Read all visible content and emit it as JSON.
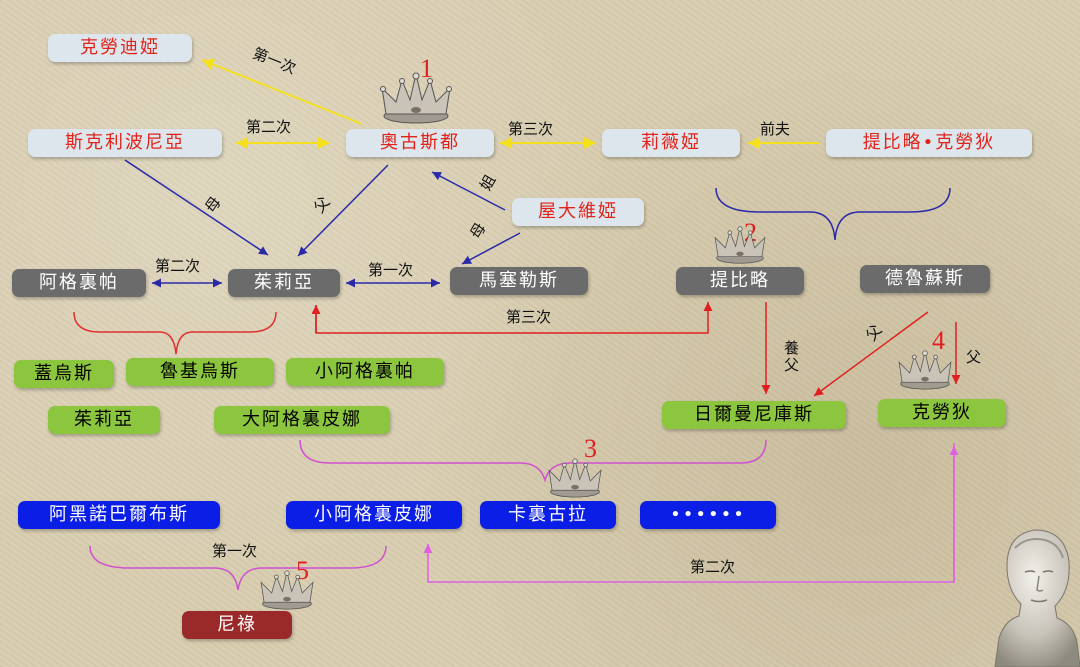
{
  "nodes": {
    "kelaodiya": "克勞迪婭",
    "sikeli": "斯克利波尼亞",
    "augustus": "奧古斯都",
    "liweiya": "莉薇婭",
    "tiberius_claudius": "提比略•克勞狄",
    "octavia": "屋大維婭",
    "agrippa": "阿格裏帕",
    "julia": "茱莉亞",
    "marcellus": "馬塞勒斯",
    "tiberius": "提比略",
    "drusus": "德魯蘇斯",
    "gaius": "蓋烏斯",
    "lucius": "魯基烏斯",
    "agrippa_postumus": "小阿格裏帕",
    "julia_minor": "茱莉亞",
    "agrippina_major": "大阿格裏皮娜",
    "germanicus": "日爾曼尼庫斯",
    "claudius": "克勞狄",
    "ahenobarbus": "阿黑諾巴爾布斯",
    "agrippina_minor": "小阿格裏皮娜",
    "caligula": "卡裏古拉",
    "ellipsis": "••••••",
    "nero": "尼祿"
  },
  "edge_labels": {
    "first": "第一次",
    "second": "第二次",
    "second_b": "第二次",
    "third": "第三次",
    "ex_husband": "前夫",
    "mother": "母",
    "father": "父",
    "sister": "姐",
    "mother2": "母",
    "second_c": "第二次",
    "first_b": "第一次",
    "third_b": "第三次",
    "adoptive_father": "養父",
    "father2": "父",
    "father3": "父",
    "first_c": "第一次",
    "second_d": "第二次"
  },
  "emperor_numbers": [
    "1",
    "2",
    "3",
    "4",
    "5"
  ],
  "colors": {
    "red_text": "#e2231a",
    "light_node": "#dde6ec",
    "gray_node": "#6b6b6b",
    "green_node": "#8cc63e",
    "blue_node": "#0a1ee6",
    "maroon_node": "#9a2a2a",
    "arrow_yellow": "#f5e01e",
    "arrow_blue": "#2a2aa8",
    "arrow_red": "#e02020",
    "arrow_pink": "#e060e0",
    "brace_red": "#e03030",
    "brace_blue": "#2a2aa8",
    "brace_pink": "#d050d0"
  },
  "icons": [
    "crown-icon",
    "bust-portrait"
  ]
}
